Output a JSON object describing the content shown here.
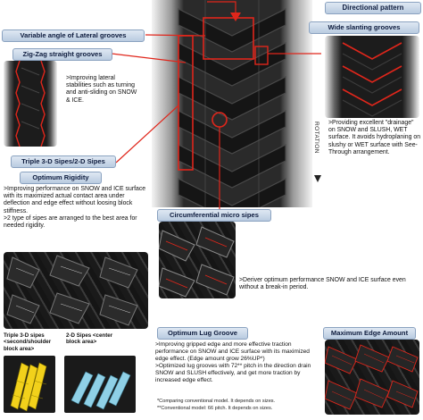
{
  "labels": {
    "directional_pattern": "Directional pattern",
    "variable_angle": "Variable angle of Lateral grooves",
    "wide_slanting": "Wide slanting grooves",
    "zigzag": "Zig-Zag straight grooves",
    "triple_sipes": "Triple 3-D Sipes/2-D Sipes",
    "optimum_rigidity": "Optimum Rigidity",
    "circumferential": "Circumferential micro sipes",
    "optimum_lug": "Optimum Lug Groove",
    "max_edge": "Maximum Edge Amount",
    "rotation": "ROTATION"
  },
  "texts": {
    "zigzag_desc": ">Improving lateral stabilities such as turning and anti-sliding on SNOW & ICE.",
    "wide_desc": ">Providing excellent \"drainage\" on SNOW and SLUSH, WET surface. It avoids hydroplaning on slushy or WET surface with See-Through arrangement.",
    "rigidity_desc": ">Improving performance on SNOW and ICE surface with its maximized actual contact area under deflection and edge effect without loosing block stiffness.\n>2 type of sipes are arranged to the best area for needed rigidity.",
    "micro_desc": ">Deriver optimum performance SNOW and ICE surface even without a break-in period.",
    "lug_desc": ">Improving gripped edge and more effective traction performance on SNOW and ICE surface with its maximized edge effect. (Edge amount grow 26%UP*)\n>Optimized lug grooves with 72** pitch in the direction drain SNOW and SLUSH effectively, and get more traction by increased edge effect.",
    "note1": "*Comparing conventional model. It depends on sizes.",
    "note2": "**Conventional model: 66 pitch. It depends on sizes.",
    "sipe3d": "Triple 3-D sipes <second/shoulder block area>",
    "sipe2d": "2-D Sipes <center block area>"
  },
  "colors": {
    "label_bg": "#c9d7e8",
    "accent_red": "#e0261b",
    "sipe_yellow": "#f2d11b",
    "sipe_blue": "#8fd0e6"
  }
}
